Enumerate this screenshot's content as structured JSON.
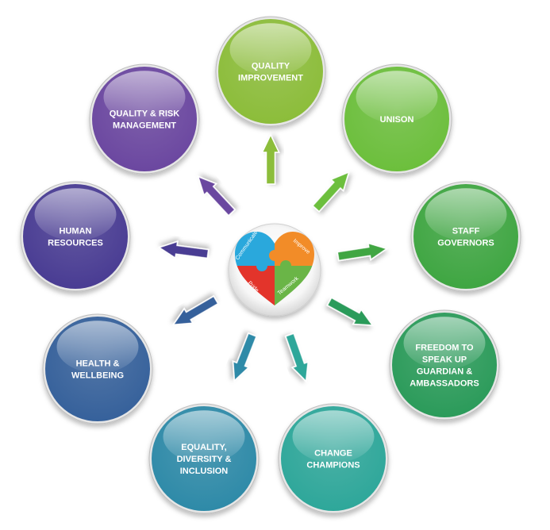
{
  "center": {
    "words": [
      "Communicate",
      "Improve",
      "Pride",
      "Teamwork"
    ],
    "colors": [
      "#2aa8dc",
      "#f28c28",
      "#e3342b",
      "#6ab547"
    ]
  },
  "nodes": [
    {
      "name": "node-quality-improvement",
      "lines": [
        "QUALITY",
        "IMPROVEMENT"
      ],
      "color": "#8cbd3a"
    },
    {
      "name": "node-unison",
      "lines": [
        "UNISON"
      ],
      "color": "#6cbf3c"
    },
    {
      "name": "node-staff-governors",
      "lines": [
        "STAFF",
        "GOVERNORS"
      ],
      "color": "#3fa642"
    },
    {
      "name": "node-freedom-to-speak-up",
      "lines": [
        "FREEDOM  TO",
        "SPEAK UP",
        "GUARDIAN &",
        "AMBASSADORS"
      ],
      "color": "#2b9b5a"
    },
    {
      "name": "node-change-champions",
      "lines": [
        "CHANGE",
        "CHAMPIONS"
      ],
      "color": "#2ea79a"
    },
    {
      "name": "node-equality-diversity-inclusion",
      "lines": [
        "EQUALITY,",
        "DIVERSITY  &",
        "INCLUSION"
      ],
      "color": "#2e8aa8"
    },
    {
      "name": "node-health-wellbeing",
      "lines": [
        "HEALTH  &",
        "WELLBEING"
      ],
      "color": "#36619b"
    },
    {
      "name": "node-human-resources",
      "lines": [
        "HUMAN",
        "RESOURCES"
      ],
      "color": "#493c93"
    },
    {
      "name": "node-quality-risk-management",
      "lines": [
        "QUALITY & RISK",
        "MANAGEMENT"
      ],
      "color": "#6b47a0"
    }
  ]
}
